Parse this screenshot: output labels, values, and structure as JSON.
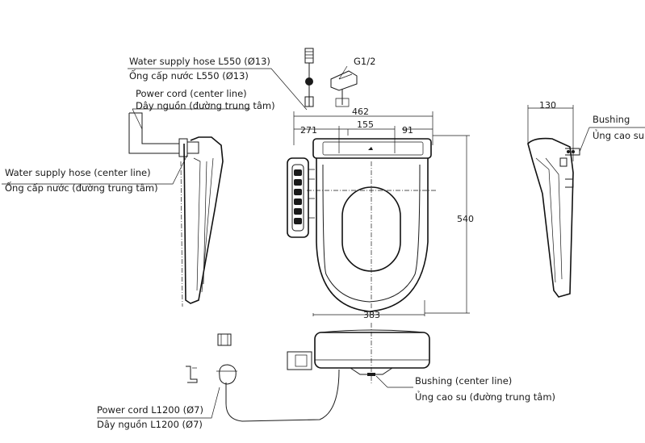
{
  "labels": {
    "water_supply_hose_en": "Water supply hose L550 (Ø13)",
    "water_supply_hose_vi": "Ống cấp nước L550 (Ø13)",
    "thread": "G1/2",
    "power_cord_center_en": "Power cord (center line)",
    "power_cord_center_vi": "Dây nguồn (đường trung tâm)",
    "water_supply_center_en": "Water supply hose (center line)",
    "water_supply_center_vi": "Ống cấp nước (đường trung tâm)",
    "bushing_en": "Bushing",
    "bushing_vi": "Ủng cao su",
    "bushing_center_en": "Bushing (center line)",
    "bushing_center_vi": "Ủng cao su (đường trung tâm)",
    "power_cord_en": "Power cord L1200 (Ø7)",
    "power_cord_vi": "Dây nguồn L1200 (Ø7)"
  },
  "dimensions": {
    "total_width": "462",
    "left_offset": "271",
    "center_span": "155",
    "right_offset": "91",
    "depth": "540",
    "seat_width": "383",
    "side_depth": "130"
  },
  "colors": {
    "line": "#1a1a1a",
    "background": "#ffffff"
  }
}
